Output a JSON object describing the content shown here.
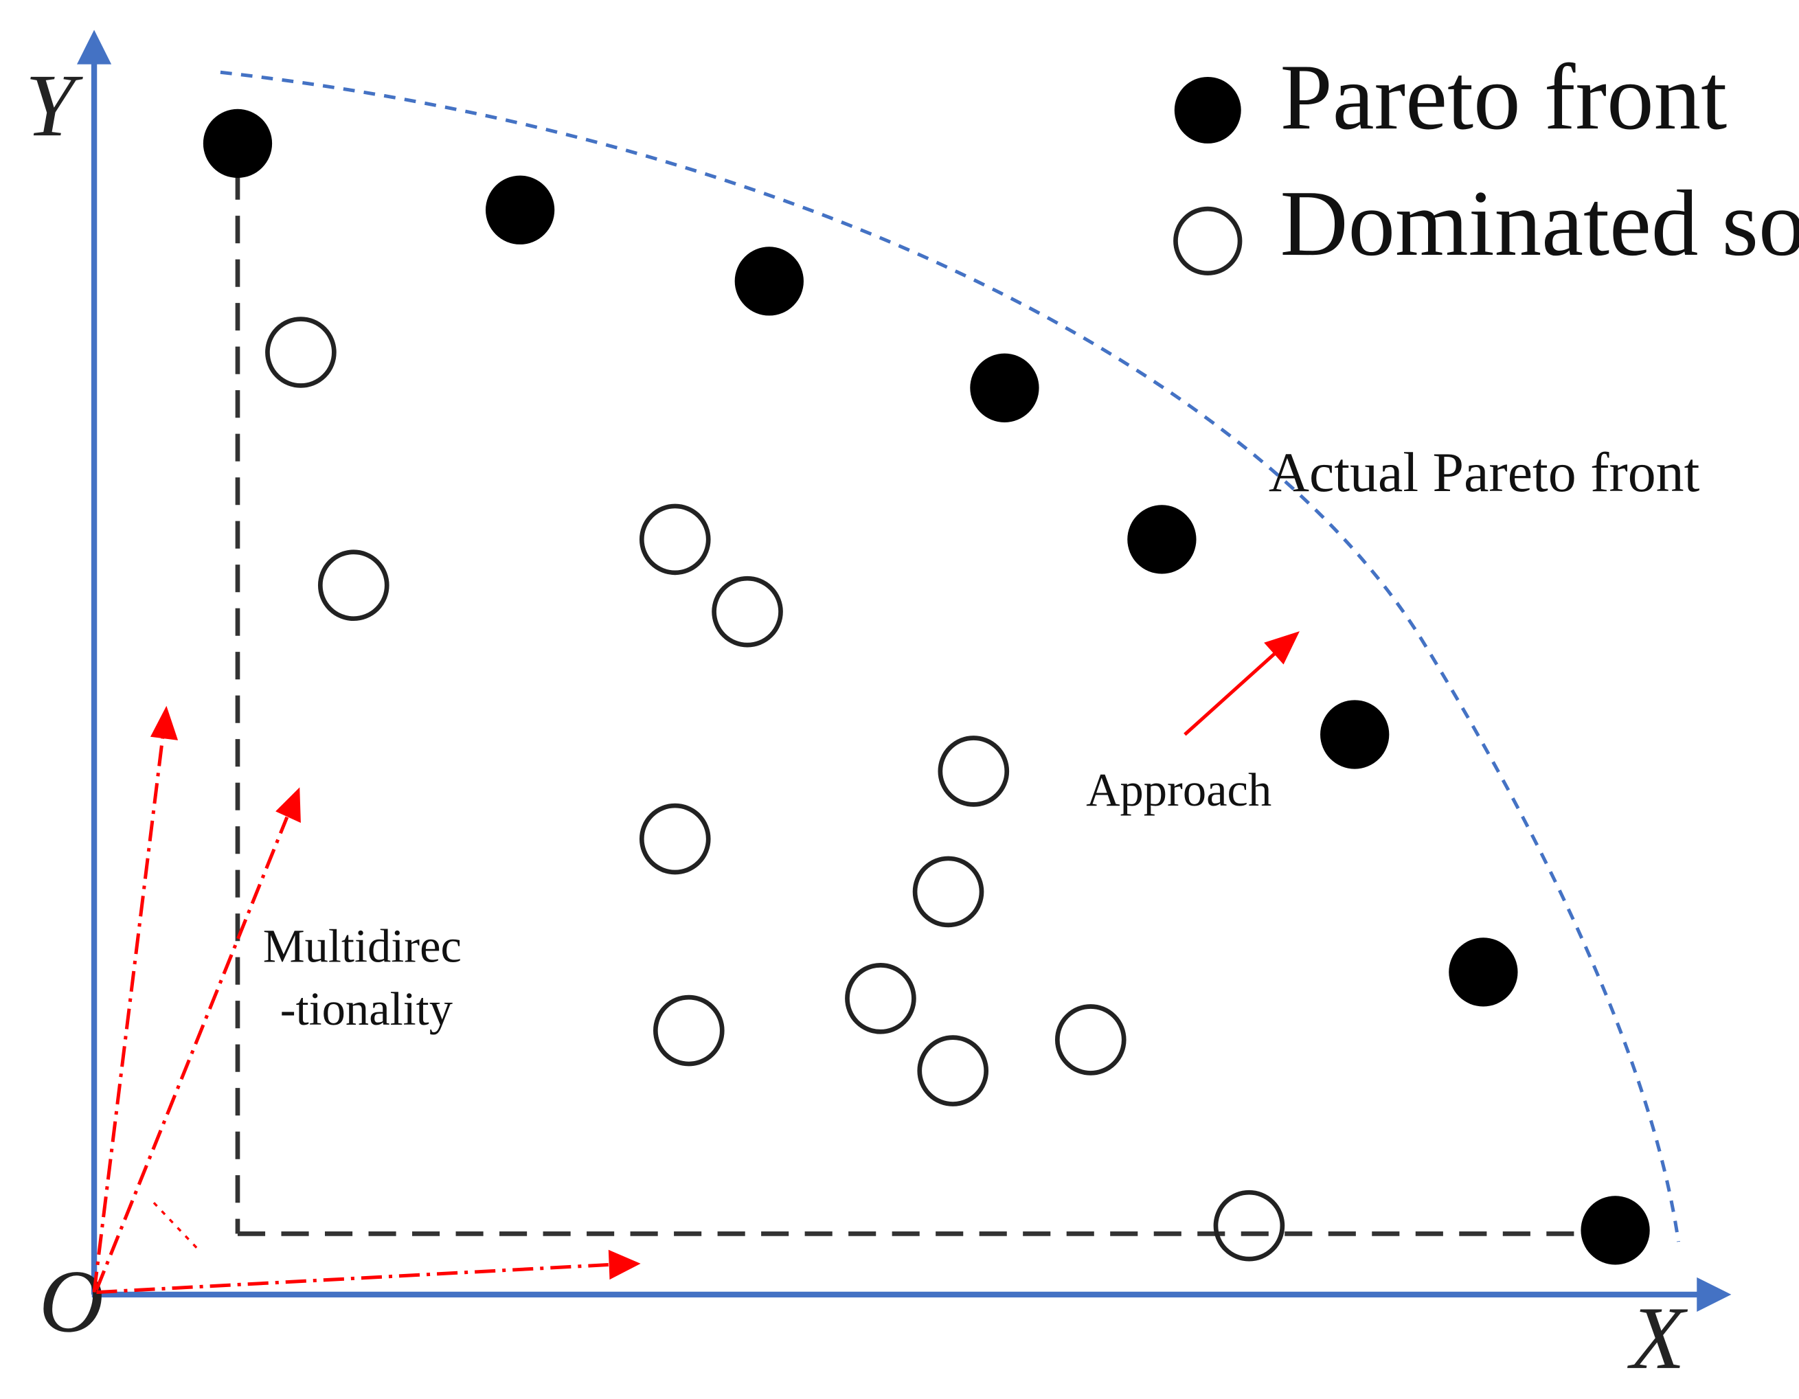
{
  "axes": {
    "y_label": "Y",
    "x_label": "X",
    "origin_label": "O",
    "color": "#4472C4"
  },
  "legend": {
    "pareto_front": "Pareto front",
    "dominated_solution": "Dominated solution"
  },
  "annotations": {
    "actual_pareto_front": "Actual Pareto front",
    "approach": "Approach",
    "multidirectionality_line1": "Multidirec",
    "multidirectionality_line2": "-tionality"
  },
  "colors": {
    "pareto_point": "#000000",
    "dominated_point_stroke": "#222222",
    "actual_front_curve": "#4472C4",
    "arrows": "#FF0000",
    "dominance_box": "#333333"
  },
  "chart_data": {
    "type": "scatter",
    "series": [
      {
        "name": "Pareto front",
        "points": [
          [
            207,
            125
          ],
          [
            453,
            183
          ],
          [
            670,
            245
          ],
          [
            875,
            338
          ],
          [
            1012,
            470
          ],
          [
            1180,
            640
          ],
          [
            1292,
            847
          ],
          [
            1407,
            1072
          ]
        ]
      },
      {
        "name": "Dominated solution",
        "points": [
          [
            262,
            307
          ],
          [
            308,
            510
          ],
          [
            588,
            470
          ],
          [
            651,
            533
          ],
          [
            848,
            672
          ],
          [
            588,
            731
          ],
          [
            826,
            777
          ],
          [
            767,
            870
          ],
          [
            600,
            898
          ],
          [
            830,
            933
          ],
          [
            950,
            906
          ],
          [
            1088,
            1068
          ]
        ]
      }
    ]
  }
}
